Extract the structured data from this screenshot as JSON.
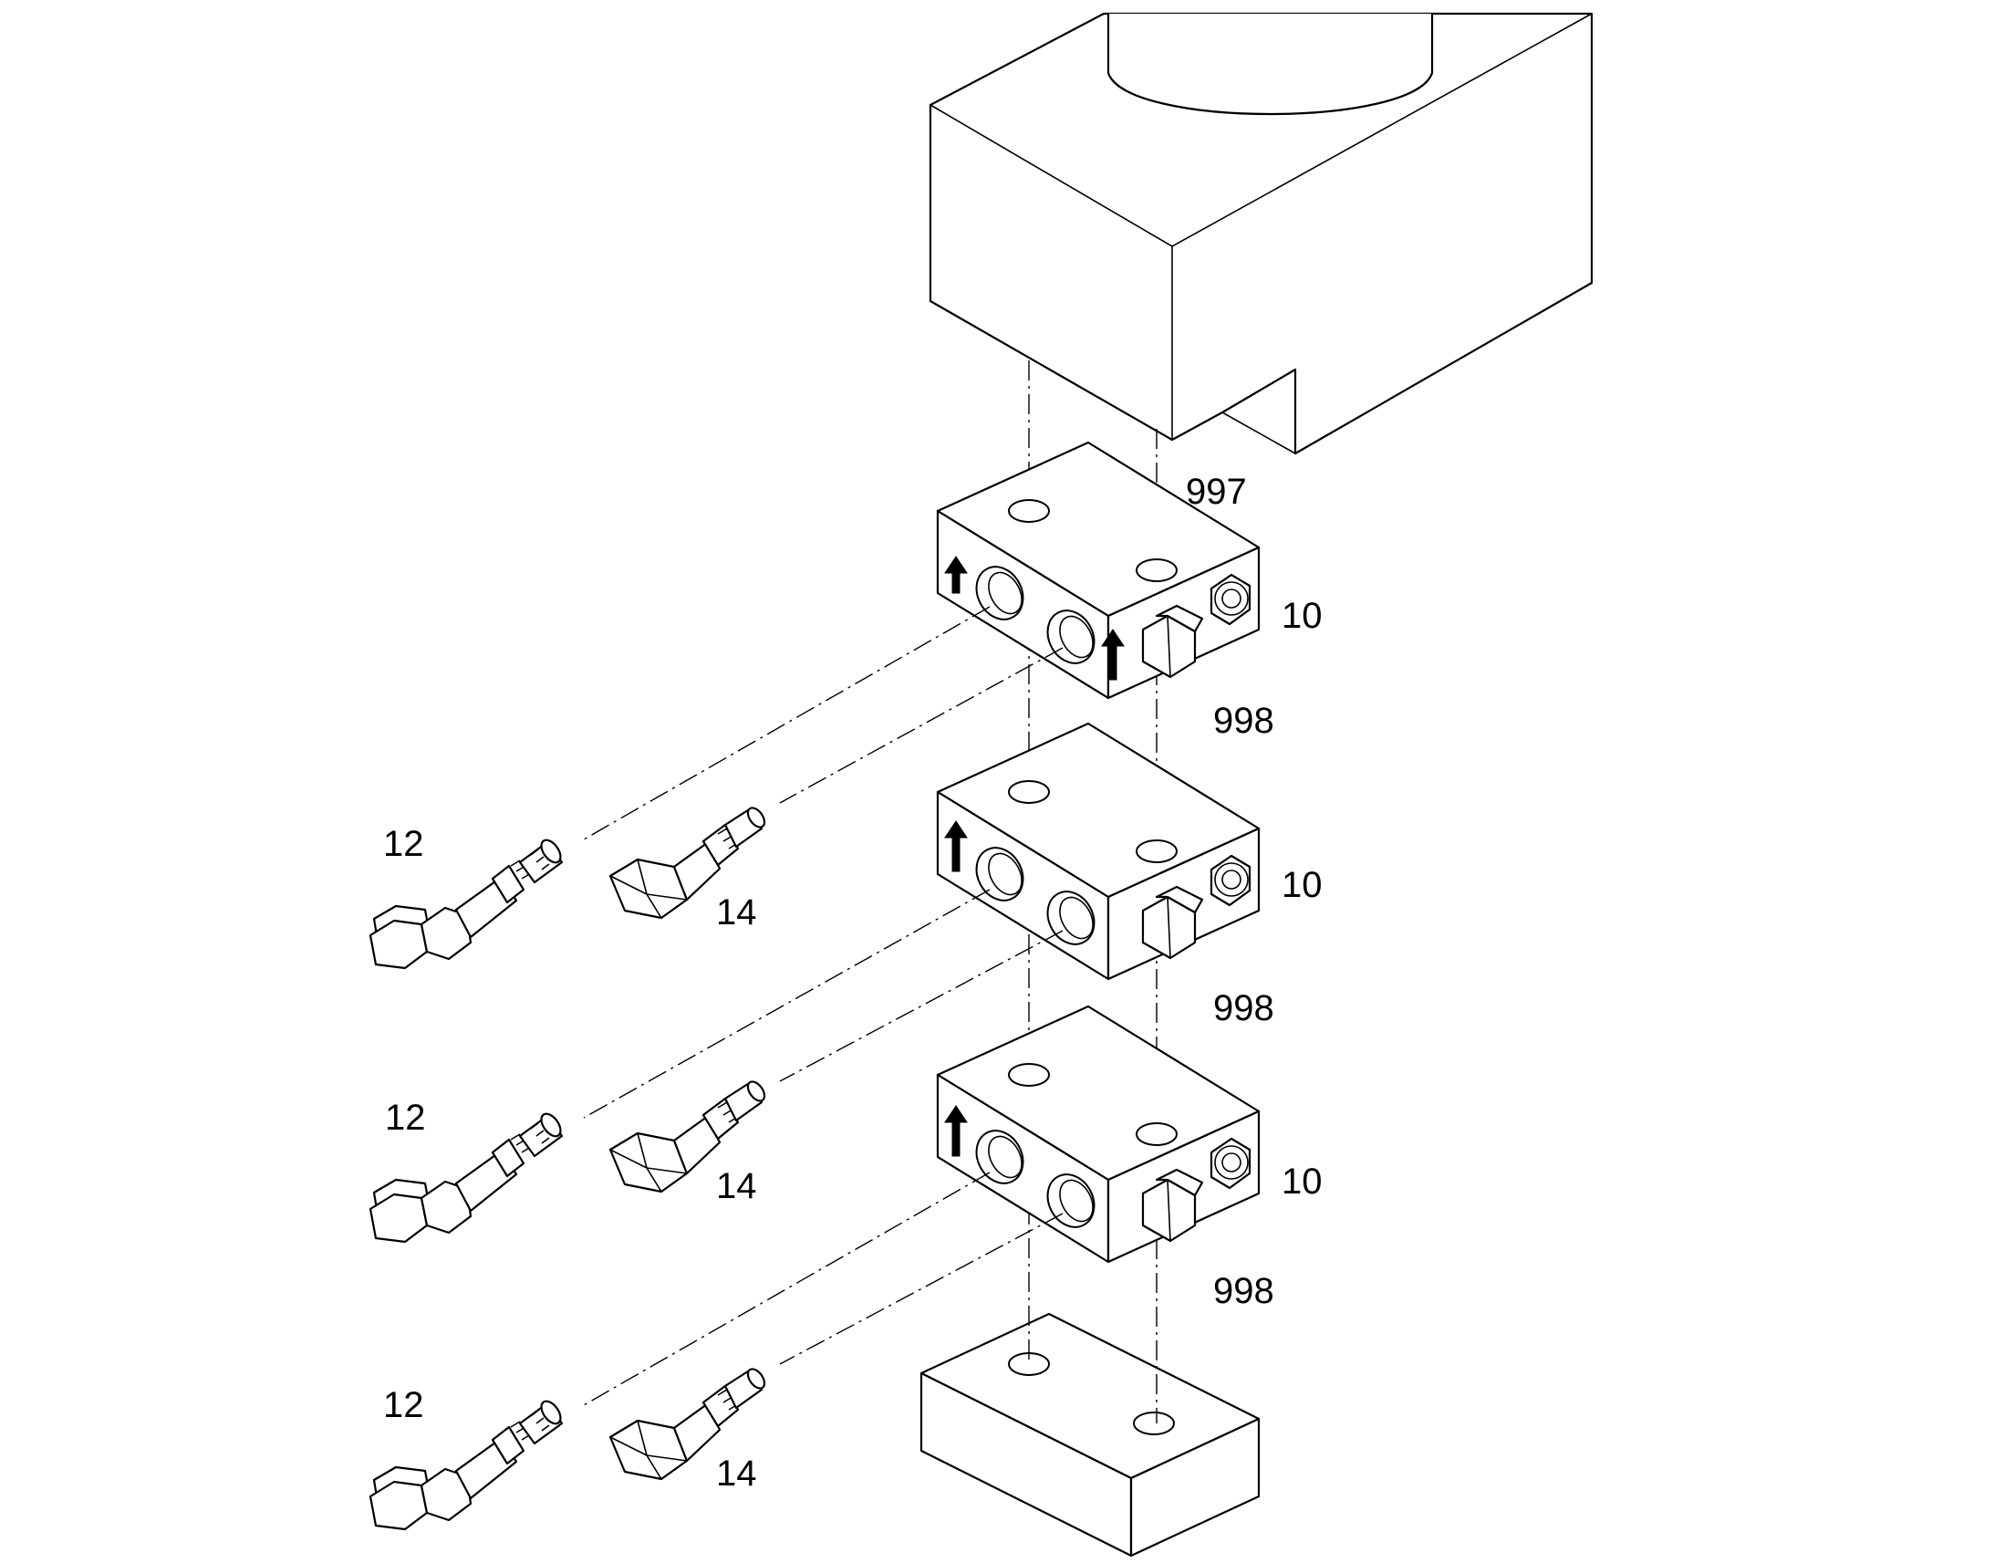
{
  "callouts": {
    "upper_block": "997",
    "block1_nut": "10",
    "block1_plug": "998",
    "block2_nut": "10",
    "block2_plug": "998",
    "block3_nut": "10",
    "block3_plug": "998",
    "fitting1_long": "12",
    "fitting1_short": "14",
    "fitting2_long": "12",
    "fitting2_short": "14",
    "fitting3_long": "12",
    "fitting3_short": "14"
  },
  "colors": {
    "line": "#000000",
    "background": "#ffffff"
  }
}
